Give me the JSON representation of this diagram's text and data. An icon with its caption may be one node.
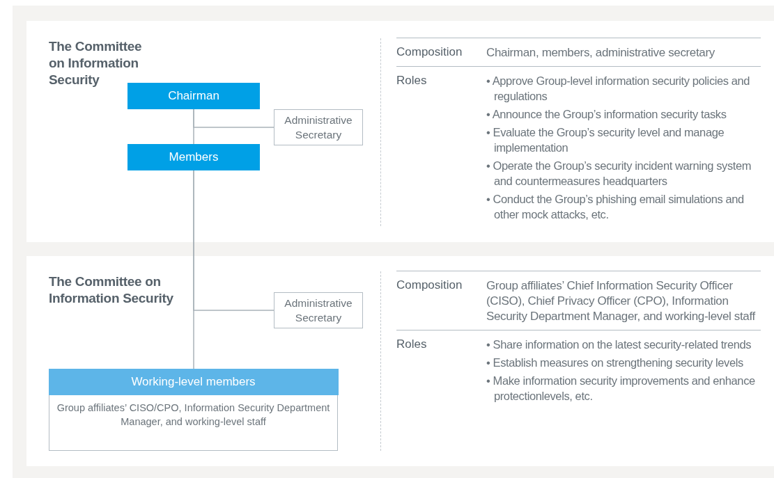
{
  "diagram": {
    "nodes": [
      {
        "text": [
          "The Committee on Information Security"
        ]
      },
      {
        "text": [
          "Chairman"
        ],
        "in": 0
      },
      {
        "text": [
          "Administrative Secretary"
        ],
        "in": 0
      },
      {
        "text": [
          "Members"
        ],
        "in": 0
      },
      {
        "text": [
          "The Committee on Information Security"
        ]
      },
      {
        "text": [
          "Administrative Secretary"
        ],
        "in": 4
      },
      {
        "text": [
          "Working-level members",
          "Group affiliates’ CISO/CPO, Information Security Department Manager, and working-level staff"
        ],
        "in": 4
      }
    ],
    "edges": [
      {
        "from": 1,
        "to": 3,
        "arrow": "none"
      },
      {
        "from": 1,
        "to": 2,
        "arrow": "none"
      },
      {
        "from": 3,
        "to": 6,
        "arrow": "none"
      },
      {
        "from": 3,
        "to": 5,
        "arrow": "none"
      }
    ],
    "labels": [
      "Composition",
      "Chairman, members, administrative secretary",
      "Roles",
      "• Approve Group-level information security policies and regulations",
      "• Announce the Group’s information security tasks",
      "• Evaluate the Group’s security level and manage implementation",
      "• Operate the Group’s security incident warning system and countermeasures headquarters",
      "• Conduct the Group’s phishing email simulations and other mock attacks, etc.",
      "Composition",
      "Group affiliates’ Chief Information Security Officer (CISO), Chief Privacy Officer (CPO), Information Security Department Manager, and working-level staff",
      "Roles",
      "• Share information on the latest security-related trends",
      "• Establish measures on strengthening security levels",
      "• Make information security improvements and enhance protectionlevels, etc."
    ]
  }
}
